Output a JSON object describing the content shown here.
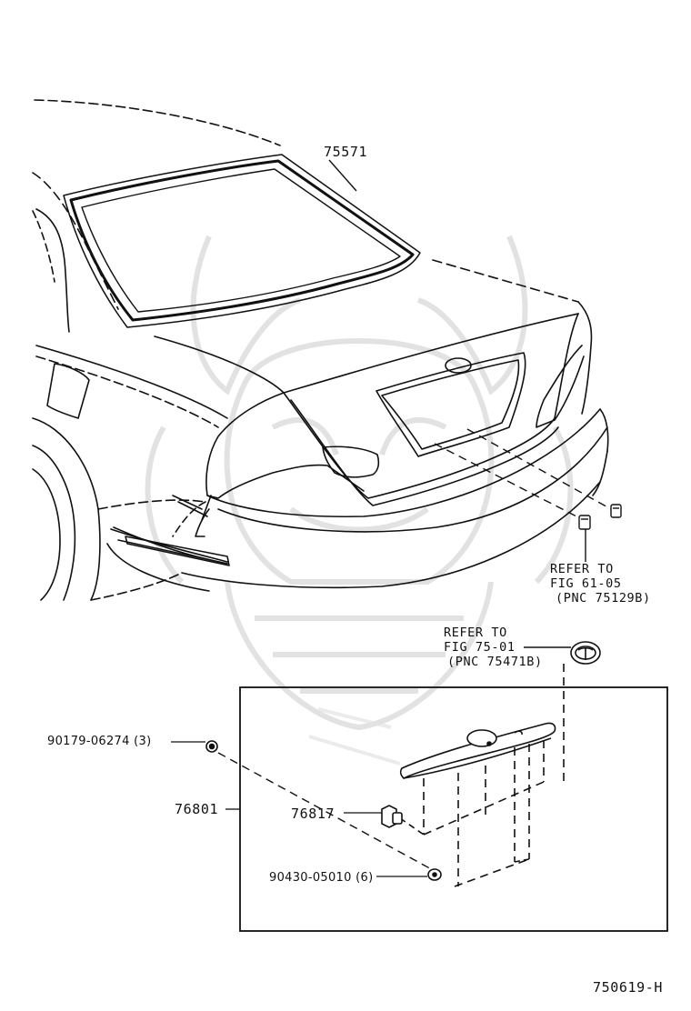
{
  "part_numbers": {
    "weatherstrip": "75571",
    "garnish_assembly": "76801",
    "garnish_sub": "76817",
    "nut": "90179-06274 (3)",
    "clip": "90430-05010 (6)"
  },
  "references": {
    "lamp": {
      "line1": "REFER TO",
      "line2": "FIG 61-05",
      "line3": "(PNC 75129B)"
    },
    "emblem": {
      "line1": "REFER TO",
      "line2": "FIG 75-01",
      "line3": "(PNC 75471B)"
    }
  },
  "figure_code": "750619-H",
  "colors": {
    "line": "#111111",
    "watermark": "#d8d8d8",
    "background": "#ffffff"
  }
}
